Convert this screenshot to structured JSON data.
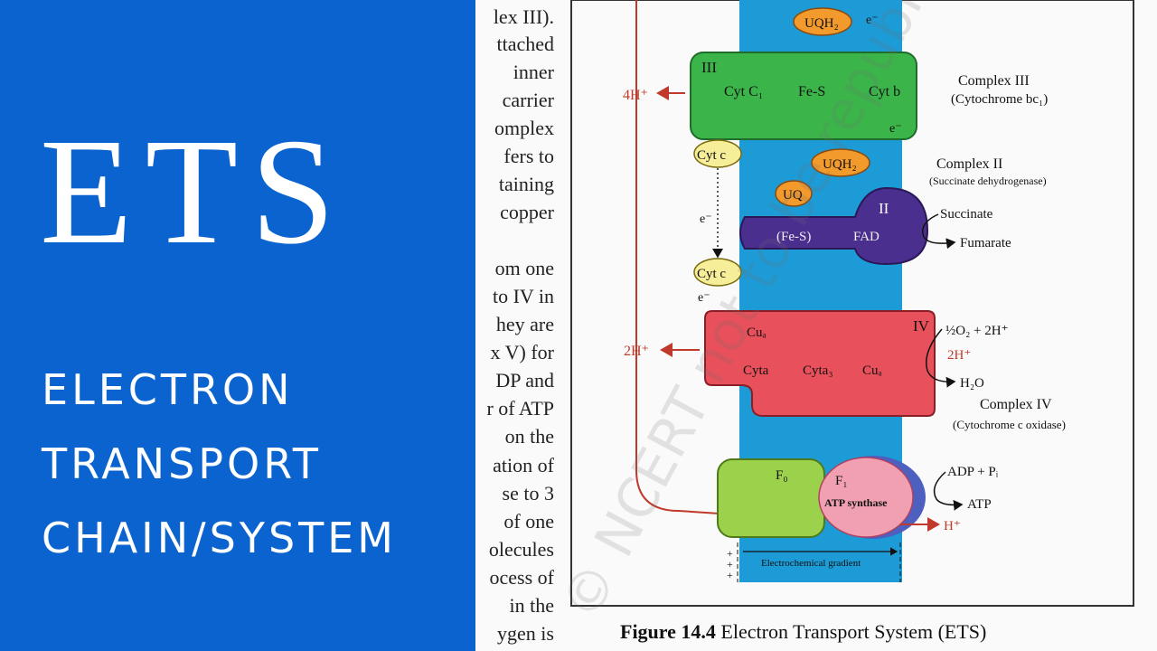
{
  "left_panel": {
    "acronym": "ETS",
    "subtitle_lines": [
      "ELECTRON",
      "TRANSPORT",
      "CHAIN/SYSTEM"
    ],
    "bg_color": "#0b63cf"
  },
  "book_text_fragments": [
    "lex III).",
    "ttached",
    "inner",
    "carrier",
    "omplex",
    "fers to",
    "taining",
    "copper",
    "om one",
    "to IV in",
    "hey are",
    "x V) for",
    "DP and",
    "r of ATP",
    "on the",
    "ation of",
    "se to 3",
    "of one",
    "olecules",
    "ocess of",
    "in the",
    "ygen is"
  ],
  "diagram": {
    "complex3": {
      "roman": "III",
      "cyt_c1": "Cyt C₁",
      "fes": "Fe-S",
      "cyt_b": "Cyt b",
      "name": "Complex III",
      "desc": "(Cytochrome bc₁)"
    },
    "complex2": {
      "roman": "II",
      "fes": "(Fe-S)",
      "fad": "FAD",
      "name": "Complex II",
      "desc": "(Succinate dehydrogenase)",
      "succinate": "Succinate",
      "fumarate": "Fumarate"
    },
    "complex4": {
      "roman": "IV",
      "cua": "Cuₐ",
      "cyta": "Cyta",
      "cyta3": "Cyta₃",
      "cua3": "Cuₐ",
      "name": "Complex IV",
      "desc": "(Cytochrome c oxidase)",
      "o2": "½O₂ + 2H⁺",
      "h_plus": "2H⁺",
      "water": "H₂O"
    },
    "uqh2_top": "UQH₂",
    "uqh2_mid": "UQH₂",
    "uq": "UQ",
    "cyt_c_top": "Cyt c",
    "cyt_c_bottom": "Cyt c",
    "electron": "e⁻",
    "proton_4h": "4H⁺",
    "proton_2h": "2H⁺",
    "f0": "F₀",
    "f1": "F₁",
    "atp_synthase": "ATP synthase",
    "adp": "ADP + Pᵢ",
    "atp": "ATP",
    "h_out": "H⁺",
    "gradient": "Electrochemical gradient",
    "watermark": "© NCERT not to be republished"
  },
  "caption": {
    "label": "Figure 14.4",
    "text": "Electron Transport System (ETS)"
  },
  "colors": {
    "membrane": "#1c9bd6",
    "complex3": "#3bb54a",
    "complex2": "#4b2f8f",
    "complex4": "#e8505b",
    "f0": "#9bd14b",
    "f1": "#f0a0b0",
    "carrier_orange": "#f39a2c",
    "cytc_yellow": "#f7ee9a",
    "arrow_red": "#c0392b"
  }
}
